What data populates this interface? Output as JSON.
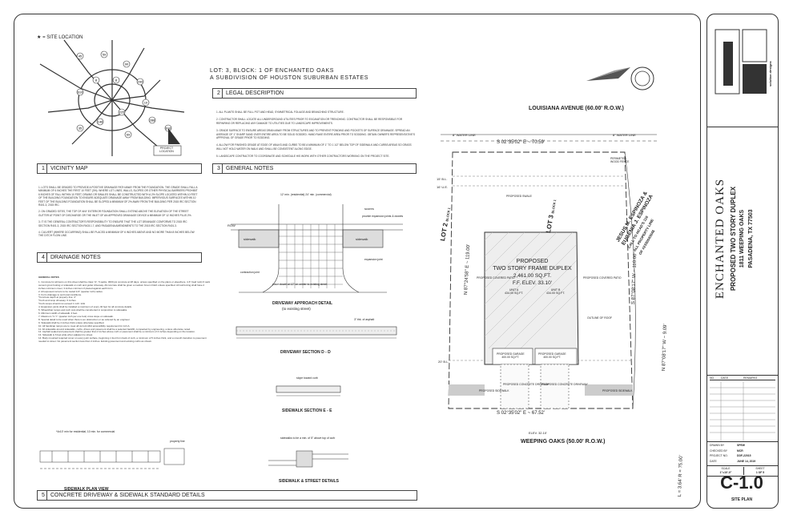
{
  "vicinity": {
    "site_location_label": "= SITE LOCATION",
    "project_location_label": "PROJECT LOCATION",
    "highway_labels": [
      "45",
      "59",
      "90",
      "290",
      "610",
      "8",
      "10",
      "225",
      "146",
      "69",
      "288",
      "35",
      "8",
      "610",
      "45",
      "10"
    ]
  },
  "lot": {
    "line1": "LOT: 3, BLOCK: 1 OF ENCHANTED OAKS",
    "line2": "A SUBDIVISION OF HOUSTON SUBURBAN ESTATES"
  },
  "sections": {
    "s1": {
      "num": "1",
      "title": "VICINITY MAP"
    },
    "s2": {
      "num": "2",
      "title": "LEGAL DESCRIPTION"
    },
    "s3": {
      "num": "3",
      "title": "GENERAL NOTES"
    },
    "s4": {
      "num": "4",
      "title": "DRAINAGE NOTES"
    },
    "s5": {
      "num": "5",
      "title": "CONCRETE DRIVEWAY & SIDEWALK STANDARD DETAILS"
    }
  },
  "legal_notes": [
    "1.  ALL PLANTS SHALL BE FULL POT AND HEAD, SYMMETRICAL FOLIAGE AND BRANCHING STRUCTURE.",
    "2.  CONTRACTOR SHALL LOCATE ALL UNDERGROUND UTILITIES PRIOR TO EXCAVATION OR TRENCHING. CONTRACTOR SHALL BE RESPONSIBLE FOR REPAIRING OR REPLACING ANY DAMAGE TO UTILITIES DUE TO LANDSCAPE IMPROVEMENTS.",
    "3.  GRADE SURFACE TO ENSURE AREAS DRAIN AWAY FROM STRUCTURES AND TO PREVENT PONDING AND POCKETS OF SURFACE DRAINAGE. SPREAD AN AVERAGE OF 1\" SHARP SAND OVER ENTIRE AREA TO BE SOLID SODDED. HAND RAKE ENTIRE AREA PRIOR TO SODDING. OBTAIN OWNER'S REPRESENTATIVE'S APPROVAL OF GRADE PRIOR TO SODDING.",
    "4.  ALLOW FOR FINISHED GRADE AT EDGE OF WALKS AND CURBS TO BE A MINIMUM OF 1\" TO 1 1/2\" BELOW TOP OF SIDEWALK AND CURBS AREAS SO GRASS WILL NOT HOLD WATER ON WALK AND SHALL BE CONSISTENT ALONG EDGE.",
    "5.  LANDSCAPE CONTRACTOR TO COORDINATE AND SCHEDULE HIS WORK WITH OTHER CONTRACTORS WORKING ON THE PROJECT SITE."
  ],
  "drainage_notes": [
    "1.  LOTS SHALL BE GRADED TO PROVIDE A POSITIVE DRAINAGE PATH AWAY FROM THE FOUNDATION. THE GRADE SHALL FALL A MINIMUM OF 6 INCHES THE FIRST 10 FEET (3%). WHERE LOT LINES, WALLS, SLOPES OR OTHER PHYSICAL BARRIERS PROHIBIT 6 INCHES OF FALL WITHIN 10 FEET, DRAINS OR SWALES SHALL BE CONSTRUCTED WITH A 2% SLOPE LOCATED WITHIN 10 FEET OF THE BUILDING FOUNDATION TO ENSURE ADEQUATE DRAINAGE AWAY FROM BUILDING. IMPERVIOUS SURFACES WITHIN 10 FEET OF THE BUILDING FOUNDATION SHALL BE SLOPED A MINIMUM OF 2% AWAY FROM THE BUILDING PER 2015 IRC SECTION R401.3, 2015 IRC.",
    "2.  ON GRADED SITES, THE TOP OF ANY EXTERIOR FOUNDATION SHALL EXTEND ABOVE THE ELEVATION OF THE STREET GUTTER AT POINT OF DISCHARGE OR THE INLET OF AN APPROVED DRAINAGE DEVICE A MINIMUM OF 12 INCHES PLUS 2%.",
    "3.  IT IS THE GENERAL CONTRACTOR'S RESPONSIBILITY TO ENSURE THAT THE LOT DRAINAGE CONFORMS TO 2015 IRC SECTION R401.3, 2015 IRC SECTION R403.1.7, AND PASADENA AMENDMENTS TO THE 2015 IRC SECTION R401.3.",
    "4.  CULVERT (WHERE OCCURRING) SHALL BE PLACED A MINIMUM OF 6 INCHES ABOVE AND NO MORE THAN 8 INCHES BELOW THE DITCH FLOW LINE."
  ],
  "general_notes_title": "GENERAL NOTES",
  "general_notes": [
    "1.  Concrete for all items on this sheet shall be class \"A\", 5 sacks, 3000 psi concrete at 28 days, unless specified on the plans or elsewhere. 4-6\" (leaf rock) 6 sack cement grout footing or sidewalk on curb and gutter driveway. All concrete shall be given a medium broom finish unless specified. All reinforcing shall have 2 inches minimum cover, 3 inches minimum if placed against earth form.",
    "2.  All exposed corners to be tooled 1/4\" (quarter inch) radius.",
    "3.  Form drainage to suit local conditions.",
    "    *Concrete depth at property line: 4\"",
    "    *Curb and ramp driveway: 6 inches",
    "    *Curb ramps should not exceed 1 inch: 12H",
    "4.  Expansion joints shall be installed a maximum of every 40 feet for all concrete details.",
    "5.  Wheelchair ramps and curb cuts shall be constructed in conjunction to sidewalks.",
    "6.  Minimum width of sidewalk: 4 feet.",
    "7.  Maximum \"C.Y.\" (quarter inch per one foot) cross slope on sidewalk.",
    "8.  Special detail to be used when there is an obstruction or as ordered by an engineer.",
    "9.  Sidewalk shall be 4 inches thick unless otherwise specified.",
    "10. All handicap ramps are to meet all current ADA accessibility requirement for A.D.A.",
    "11. All sidewalks around sidewalks, curbs, drives and pavement shall be a selected backfill, compacted by engineering, unless otherwise noted.",
    "12. Asphalt sealed and pavement shall be greater than 2 inches above curb or pavement shall be a minimum of 4 inches depending on the location.",
    "13. Sidewalk is 6 feet wide when adjacent to street.",
    "14. Body mounted required cover on every joint surface, beginning 1 foot from back of curb, a minimum of 5 inches thick, and a smooth transition to pavement needed to street. No pavement section less than 4 inches. Existing pavement and existing curbs as shown."
  ],
  "details": {
    "driveway_approach_title": "DRIVEWAY APPROACH DETAIL",
    "driveway_approach_sub": "(to existing street)",
    "driveway_section_title": "DRIVEWAY SECTION  D - D",
    "sidewalk_section_title": "SIDEWALK SECTION  E - E",
    "sidewalk_plan_title": "SIDEWALK PLAN VIEW",
    "sidewalk_street_title": "SIDEWALK & STREET DETAILS",
    "row_label": "ROW",
    "sidewalk_label": "sidewalk",
    "scores_label": "scores",
    "row_label2": "ROW",
    "property_line_label": "property line",
    "expansion_joint_label": "expansion joint",
    "driveway_pavement_note": "place dowel at 12\" on center to existing street",
    "section_note": "3\" thk. of asphalt",
    "sidewalk_width_label": "5\"-0\" min",
    "slope_label": "slope toward curb",
    "sidewalk_plan_note": "*4x10' min for residential, 10 min. for commercial",
    "curb_note": "sidewalks to be a min. of 5\" above top of curb",
    "contraction_joint": "contraction joint",
    "dowel_note": "provide expansion joints & dowels",
    "width_note": "12' min. (residential) 24' min. (commercial)"
  },
  "site_plan": {
    "street_top": "LOUISIANA AVENUE (60.00' R.O.W.)",
    "street_bottom": "WEEPING OAKS (50.00' R.O.W.)",
    "bearing_top": "S 02°35'02\" E ~ 70.59'",
    "bearing_bottom": "S 02°35'02\" E ~ 67.52'",
    "bearing_left": "N 87°24'58\" E ~ 119.00'",
    "bearing_right": "S 87°08'17\" W ~ 110.00'",
    "bearing_right2": "N 87°08'17\" W ~ 9.09'",
    "curve_label": "L = 3.64'  R = 75.00'",
    "water_line_left": "8\" WATER LINE",
    "water_line_right": "8\" WATER LINE",
    "bl_label": "15' B.L.",
    "ue_label": "16' U.E.",
    "ue_bottom": "20' B.L.",
    "lot_left": "LOT 2",
    "lot_left_block": "BLOCK 1",
    "lot_center": "LOT 3",
    "lot_center_block": "BLOCK 1",
    "owner_line1": "JESUS M. ESPINOZA &",
    "owner_line2": "EUGENIA J. ESPINOZA",
    "owner_line3": "CALL TO HCAD'S 110",
    "owner_line4": "ALL PROPERTY LINE",
    "owner_line5": "OF #2330043045",
    "building_title": "PROPOSED",
    "building_line2": "TWO STORY FRAME DUPLEX",
    "building_area": "2,461.00 SQ.FT.",
    "building_elev": "F.F. ELEV. 33.10'",
    "unit_a": "UNIT A",
    "unit_a_area": "434.00 SQ.FT.",
    "unit_b": "UNIT B",
    "unit_b_area": "434.00 SQ.FT.",
    "garage_left": "PROPOSED GARAGE",
    "garage_left_area": "400.00 SQ.FT.",
    "garage_right": "PROPOSED GARAGE",
    "garage_right_area": "400.00 SQ.FT.",
    "elev_bottom": "ELEV. 32.10'",
    "fence_label": "PERIMETER WOOD FENCE",
    "drive_left": "PROPOSED CONCRETE DRIVEWAY",
    "drive_right": "PROPOSED CONCRETE DRIVEWAY",
    "swale_label": "PROPOSED SWALE",
    "sidewalk_left": "PROPOSED SIDEWALK",
    "sidewalk_right": "PROPOSED SIDEWALK",
    "patio_left": "PROPOSED COVERED PATIO",
    "patio_right": "PROPOSED COVERED PATIO",
    "outline_roof": "OUTLINE OF ROOF"
  },
  "title_block": {
    "logo_text": "solution designs",
    "project_name": "ENCHANTED OAKS",
    "project_desc": "PROPOSED TWO STORY DUPLEX",
    "address1": "1811 WEEPING OAKS",
    "address2": "PASADENA, TX 77503",
    "rev_headers": [
      "NO.",
      "DATE",
      "REMARKS"
    ],
    "drawn_by_label": "DRAWN BY",
    "drawn_by": "SPEW",
    "checked_by_label": "CHECKED BY",
    "checked_by": "MCR",
    "project_no_label": "PROJECT NO.",
    "project_no": "DDF-22015",
    "date_label": "DATE",
    "date": "JUNE 14, 2019",
    "scale_label": "SCALE",
    "scale": "1\"=10'-0\"",
    "sheet_label": "SHEET",
    "sheet_of": "1 OF 5",
    "sheet_number": "C-1.0",
    "sheet_name": "SITE PLAN"
  }
}
